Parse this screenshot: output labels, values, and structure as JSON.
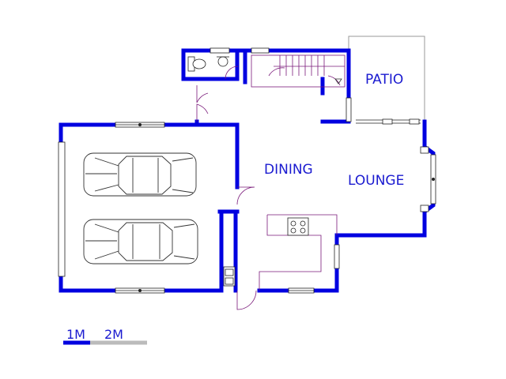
{
  "rooms": {
    "patio": "PATIO",
    "dining": "DINING",
    "lounge": "LOUNGE"
  },
  "scale": {
    "label_1": "1M",
    "label_2": "2M"
  },
  "colors": {
    "wall": "#0000e0",
    "label": "#1a1ad0",
    "scale_grey": "#bbbbbb"
  }
}
